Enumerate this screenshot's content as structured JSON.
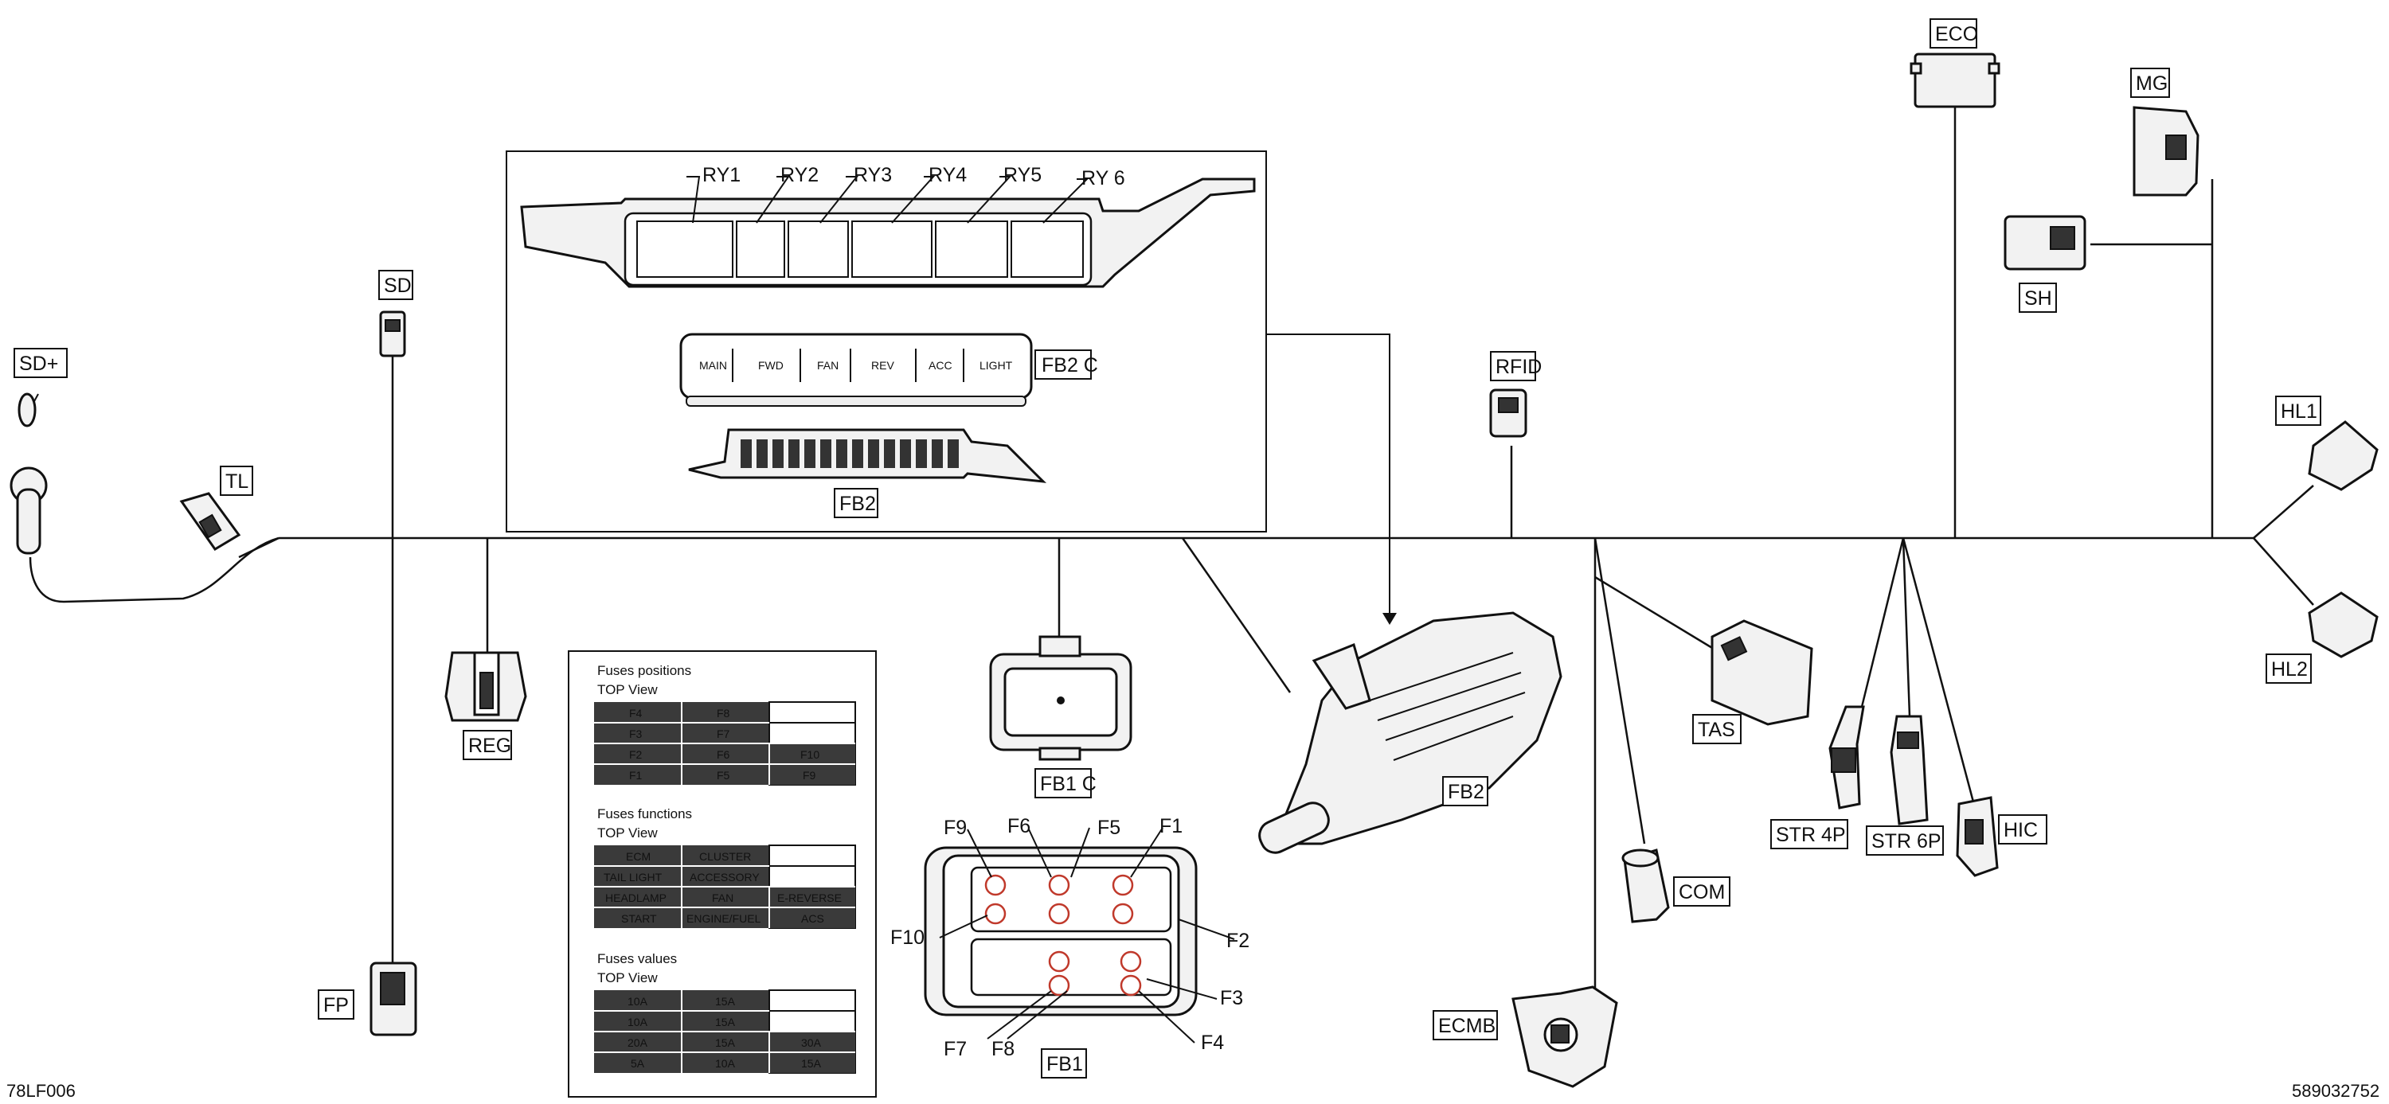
{
  "connectors": {
    "sd_plus": "SD+",
    "sd": "SD",
    "tl": "TL",
    "reg": "REG",
    "fp": "FP",
    "fb2_top": "FB2",
    "fb2c": "FB2 C",
    "fb1c": "FB1 C",
    "fb1": "FB1",
    "fb2_main": "FB2",
    "rfid": "RFID",
    "eco": "ECO",
    "mg": "MG",
    "sh": "SH",
    "hl1": "HL1",
    "hl2": "HL2",
    "tas": "TAS",
    "str4p": "STR 4P",
    "str6p": "STR 6P",
    "hic": "HIC",
    "com": "COM",
    "ecmb": "ECMB"
  },
  "relays": [
    "RY1",
    "RY2",
    "RY3",
    "RY4",
    "RY5",
    "RY 6"
  ],
  "fb2c_slots": [
    "MAIN",
    "FWD",
    "FAN",
    "REV",
    "ACC",
    "LIGHT"
  ],
  "fb1_fuses": {
    "f1": "F1",
    "f2": "F2",
    "f3": "F3",
    "f4": "F4",
    "f5": "F5",
    "f6": "F6",
    "f7": "F7",
    "f8": "F8",
    "f9": "F9",
    "f10": "F10"
  },
  "fuse_tables": {
    "positions": {
      "title": "Fuses positions",
      "subtitle": "TOP View",
      "rows": [
        [
          "F4",
          "F8",
          ""
        ],
        [
          "F3",
          "F7",
          ""
        ],
        [
          "F2",
          "F6",
          "F10"
        ],
        [
          "F1",
          "F5",
          "F9"
        ]
      ]
    },
    "functions": {
      "title": "Fuses functions",
      "subtitle": "TOP View",
      "rows": [
        [
          "ECM",
          "CLUSTER",
          ""
        ],
        [
          "TAIL LIGHT",
          "ACCESSORY",
          ""
        ],
        [
          "HEADLAMP",
          "FAN",
          "E-REVERSE"
        ],
        [
          "START",
          "ENGINE/FUEL",
          "ACS"
        ]
      ]
    },
    "values": {
      "title": "Fuses values",
      "subtitle": "TOP View",
      "rows": [
        [
          "10A",
          "15A",
          ""
        ],
        [
          "10A",
          "15A",
          ""
        ],
        [
          "20A",
          "15A",
          "30A"
        ],
        [
          "5A",
          "10A",
          "15A"
        ]
      ]
    }
  },
  "footer": {
    "left_code": "78LF006",
    "right_code": "589032752"
  }
}
